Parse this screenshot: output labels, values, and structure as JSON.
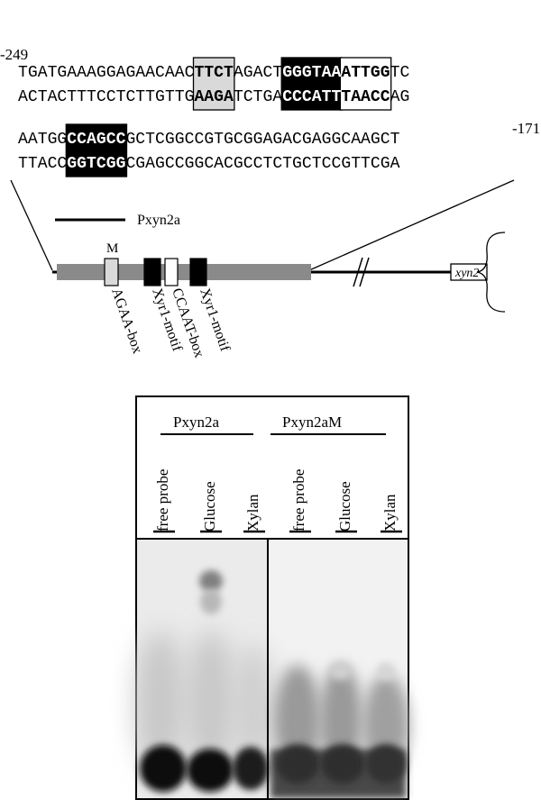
{
  "positions": {
    "start": "-249",
    "end": "-171"
  },
  "sequence": {
    "block1": {
      "top": [
        {
          "text": "TGATGAAAGGAGAACAAC",
          "style": "plain"
        },
        {
          "text": "TTCT",
          "style": "grey"
        },
        {
          "text": "AGACT",
          "style": "plain"
        },
        {
          "text": "GGGTAA",
          "style": "black"
        },
        {
          "text": "ATTGG",
          "style": "white"
        },
        {
          "text": "TC",
          "style": "plain"
        }
      ],
      "bottom": [
        {
          "text": "ACTACTTTCCTCTTGTTG",
          "style": "plain"
        },
        {
          "text": "AAGA",
          "style": "grey"
        },
        {
          "text": "TCTGA",
          "style": "plain"
        },
        {
          "text": "CCCATT",
          "style": "black"
        },
        {
          "text": "TAACC",
          "style": "white"
        },
        {
          "text": "AG",
          "style": "plain"
        }
      ]
    },
    "block2": {
      "top": [
        {
          "text": "AATGG",
          "style": "plain"
        },
        {
          "text": "CCAGCC",
          "style": "black"
        },
        {
          "text": "GCTCGGCCGTGCGGAGACGAGGCAAGCT",
          "style": "plain"
        }
      ],
      "bottom": [
        {
          "text": "TTACC",
          "style": "plain"
        },
        {
          "text": "GGTCGG",
          "style": "black"
        },
        {
          "text": "CGAGCCGGCACGCCTCTGCTCCGTTCGA",
          "style": "plain"
        }
      ]
    }
  },
  "map": {
    "fragment_label": "Pxyn2a",
    "mutation_label": "M",
    "gene_label": "xyn2",
    "elements": [
      "AGAA-box",
      "Xyr1-motif",
      "CCAAT-box",
      "Xyr1-motif"
    ]
  },
  "gel": {
    "groups": [
      {
        "label": "Pxyn2a",
        "lanes": [
          "free probe",
          "Glucose",
          "Xylan"
        ]
      },
      {
        "label": "Pxyn2aM",
        "lanes": [
          "free probe",
          "Glucose",
          "Xylan"
        ]
      }
    ]
  },
  "colors": {
    "grey_box": "#d9d9d9",
    "black_box": "#000000",
    "promoter_bar": "#8a8a8a",
    "gel_left": "#ebebeb",
    "gel_right": "#f2f2f2"
  }
}
